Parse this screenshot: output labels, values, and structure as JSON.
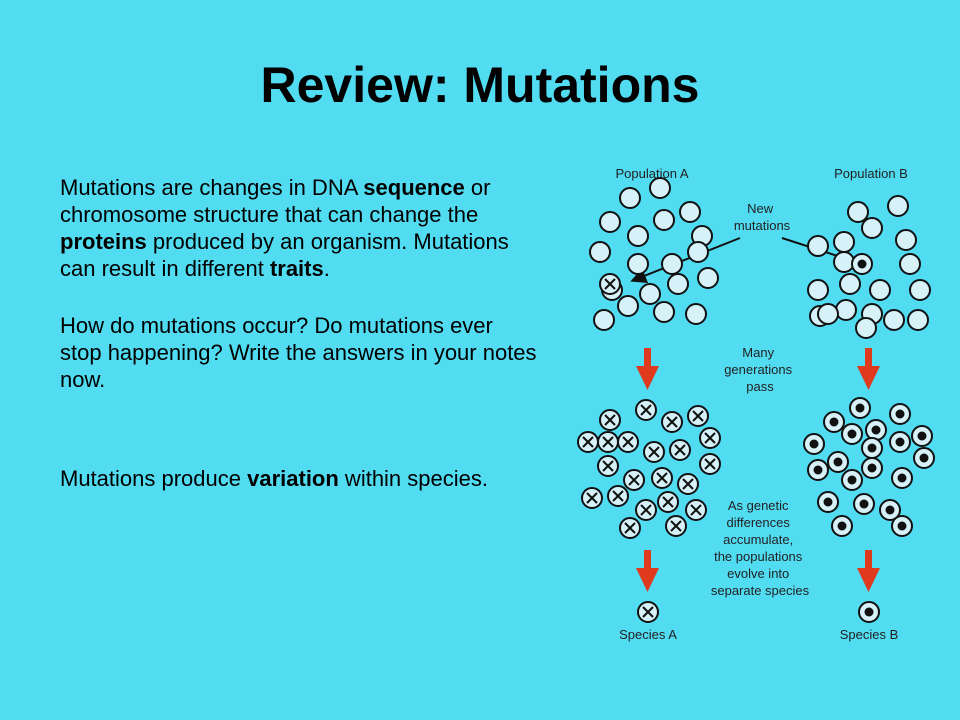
{
  "slide": {
    "title": "Review:  Mutations",
    "paragraph1": [
      {
        "text": "Mutations are changes in DNA ",
        "bold": false
      },
      {
        "text": "sequence",
        "bold": true
      },
      {
        "text": " or chromosome  structure that can change the ",
        "bold": false
      },
      {
        "text": "proteins",
        "bold": true
      },
      {
        "text": " produced by an organism.  Mutations can result in different ",
        "bold": false
      },
      {
        "text": "traits",
        "bold": true
      },
      {
        "text": ".",
        "bold": false
      }
    ],
    "paragraph2": "How do mutations occur?  Do mutations ever stop happening?  Write the answers in your notes now.",
    "paragraph3": [
      {
        "text": "Mutations produce ",
        "bold": false
      },
      {
        "text": "variation",
        "bold": true
      },
      {
        "text": " within species.",
        "bold": false
      }
    ]
  },
  "diagram": {
    "population_a_label": "Population A",
    "population_b_label": "Population B",
    "new_mutations_label": [
      "New",
      "mutations"
    ],
    "many_generations_label": [
      "Many",
      "generations",
      "pass"
    ],
    "accumulate_label": [
      "As genetic",
      "differences",
      "accumulate,",
      "the populations",
      "evolve into",
      "separate species"
    ],
    "species_a_label": "Species A",
    "species_b_label": "Species B",
    "colors": {
      "background": "#52dcf2",
      "circle_fill": "#d6f2f8",
      "arrow_red": "#e03a1e"
    }
  }
}
